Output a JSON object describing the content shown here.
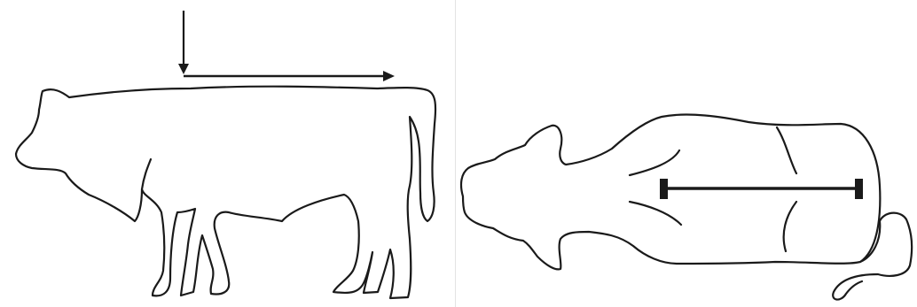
{
  "figure": {
    "stroke_color": "#1a1a1a",
    "background": "#ffffff",
    "divider_color": "#e3e3e3",
    "left_panel": {
      "view": "side",
      "markers": [
        "down-arrow",
        "right-arrow"
      ]
    },
    "right_panel": {
      "view": "top",
      "markers": [
        "width-bar"
      ]
    }
  }
}
